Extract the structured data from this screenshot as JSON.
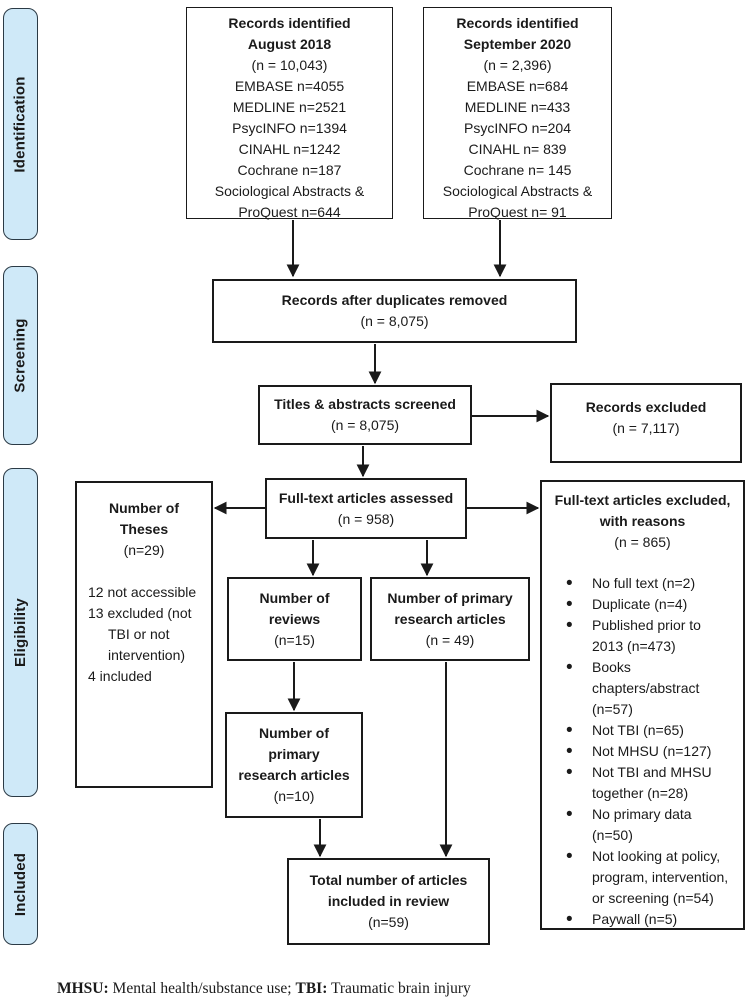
{
  "stages": [
    {
      "label": "Identification"
    },
    {
      "label": "Screening"
    },
    {
      "label": "Eligibility"
    },
    {
      "label": "Included"
    }
  ],
  "boxes": {
    "records_2018": {
      "title_lines": [
        "Records identified",
        "August 2018"
      ],
      "n": "(n = 10,043)",
      "sources": [
        "EMBASE n=4055",
        "MEDLINE n=2521",
        "PsycINFO n=1394",
        "CINAHL n=1242",
        "Cochrane n=187",
        "Sociological Abstracts & ProQuest n=644"
      ]
    },
    "records_2020": {
      "title_lines": [
        "Records identified",
        "September 2020"
      ],
      "n": "(n = 2,396)",
      "sources": [
        "EMBASE n=684",
        "MEDLINE n=433",
        "PsycINFO n=204",
        "CINAHL n= 839",
        "Cochrane n= 145",
        "Sociological Abstracts & ProQuest n= 91"
      ]
    },
    "duplicates_removed": {
      "title_lines": [
        "Records after duplicates removed"
      ],
      "n": "(n = 8,075)"
    },
    "titles_screened": {
      "title_lines": [
        "Titles & abstracts screened"
      ],
      "n": "(n = 8,075)"
    },
    "records_excluded": {
      "title_lines": [
        "Records excluded"
      ],
      "n": "(n = 7,117)"
    },
    "fulltext_assessed": {
      "title_lines": [
        "Full-text articles assessed"
      ],
      "n": "(n = 958)"
    },
    "theses": {
      "title_lines": [
        "Number of",
        "Theses"
      ],
      "n": "(n=29)",
      "details": [
        "12 not accessible",
        "13 excluded (not TBI or not intervention)",
        "4 included"
      ]
    },
    "reviews": {
      "title_lines": [
        "Number of",
        "reviews"
      ],
      "n": "(n=15)"
    },
    "primary_research": {
      "title_lines": [
        "Number of primary",
        "research articles"
      ],
      "n": "(n = 49)"
    },
    "primary_from_reviews": {
      "title_lines": [
        "Number of",
        "primary",
        "research articles"
      ],
      "n": "(n=10)"
    },
    "total_included": {
      "title_lines": [
        "Total number of articles",
        "included in review"
      ],
      "n": "(n=59)"
    },
    "fulltext_excluded": {
      "title_lines": [
        "Full-text articles excluded,",
        "with reasons"
      ],
      "n": "(n = 865)",
      "reasons": [
        "No full text (n=2)",
        "Duplicate (n=4)",
        "Published prior to 2013 (n=473)",
        "Books chapters/abstract (n=57)",
        "Not TBI (n=65)",
        "Not MHSU (n=127)",
        "Not TBI and MHSU together (n=28)",
        "No primary data (n=50)",
        "Not looking at policy, program, intervention, or screening (n=54)",
        "Paywall (n=5)"
      ]
    }
  },
  "footer": {
    "abbr1": "MHSU:",
    "def1": "Mental health/substance use;",
    "abbr2": "TBI:",
    "def2": "Traumatic brain injury"
  },
  "colors": {
    "stage_fill": "#cfe9f8",
    "stage_border": "#2b3a45",
    "line_color": "#1a1a1a"
  }
}
